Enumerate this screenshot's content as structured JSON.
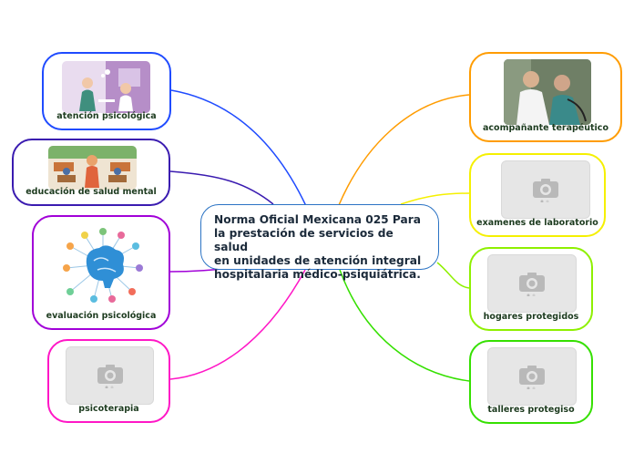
{
  "central": {
    "text": "Norma Oficial Mexicana 025 Para\nla prestación de servicios de salud\nen unidades de atención integral\nhospitalaria médico-psiquiátrica."
  },
  "colors": {
    "central_border": "#2b73c4",
    "atencion": "#1f4bff",
    "educacion": "#3a1bb0",
    "evaluacion": "#a100d8",
    "psicoterapia": "#ff17c6",
    "acompanante": "#ff9c00",
    "examenes": "#f5f000",
    "hogares": "#8ef000",
    "talleres": "#35e000"
  },
  "nodes": {
    "atencion": {
      "label": "atención psicológica",
      "image": "illustration-two-people-therapy"
    },
    "educacion": {
      "label": "educación de salud mental",
      "image": "illustration-classroom"
    },
    "evaluacion": {
      "label": "evaluación psicológica",
      "image": "brain-network-icon"
    },
    "psicoterapia": {
      "label": "psicoterapia",
      "image": "camera-placeholder-icon"
    },
    "acompanante": {
      "label": "acompañante terapéutico",
      "image": "photo-caregiver-elderly"
    },
    "examenes": {
      "label": "examenes de laboratorio",
      "image": "camera-placeholder-icon"
    },
    "hogares": {
      "label": "hogares protegidos",
      "image": "camera-placeholder-icon"
    },
    "talleres": {
      "label": "talleres protegiso",
      "image": "camera-placeholder-icon"
    }
  }
}
